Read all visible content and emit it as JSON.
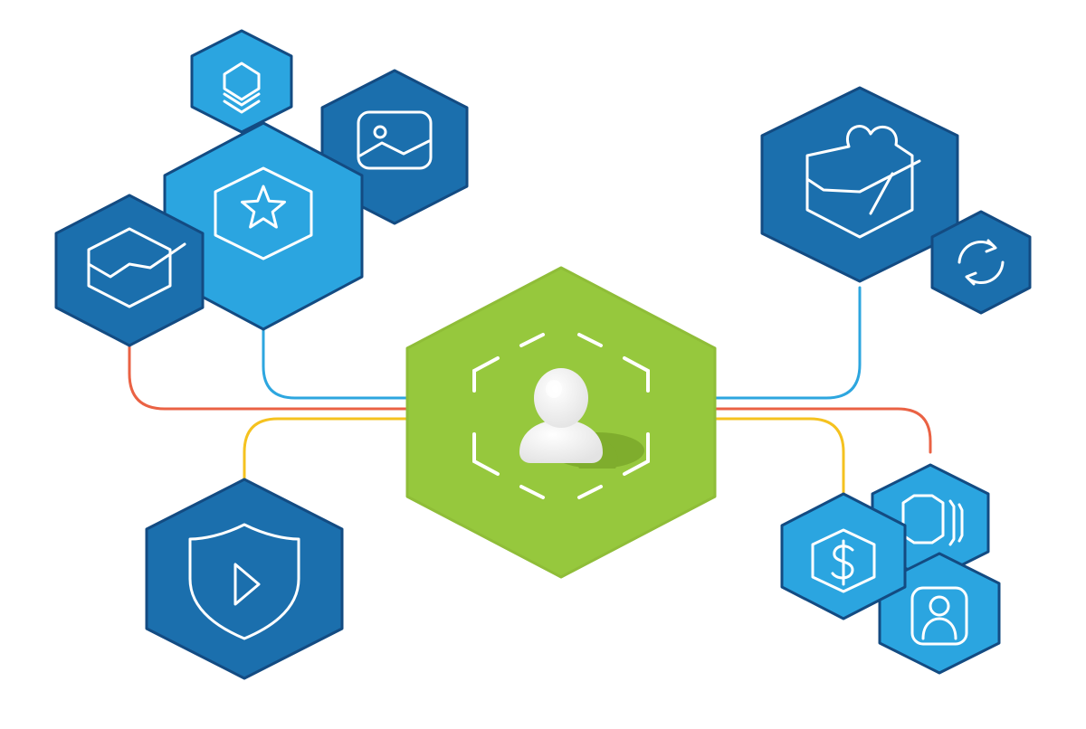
{
  "diagram": {
    "colors": {
      "background": "#ffffff",
      "hub_fill": "#96c83d",
      "hub_stroke": "#8fbd38",
      "node_dark_fill": "#1b6fad",
      "node_light_fill": "#2ba5e0",
      "node_outline": "#134b82",
      "line_blue": "#2da6df",
      "line_red": "#ea6244",
      "line_yellow": "#f5c21f"
    },
    "hub": {
      "icon": "user-profile-icon"
    },
    "nodes": [
      {
        "id": "stack",
        "icon": "layers-icon",
        "shade": "dark"
      },
      {
        "id": "image",
        "icon": "image-icon",
        "shade": "dark"
      },
      {
        "id": "star",
        "icon": "star-icon",
        "shade": "light"
      },
      {
        "id": "chart",
        "icon": "box-chart-icon",
        "shade": "dark"
      },
      {
        "id": "cloud",
        "icon": "cloud-box-icon",
        "shade": "dark"
      },
      {
        "id": "sync",
        "icon": "sync-icon",
        "shade": "dark"
      },
      {
        "id": "video",
        "icon": "shield-play-icon",
        "shade": "dark"
      },
      {
        "id": "dollar",
        "icon": "dollar-icon",
        "shade": "light"
      },
      {
        "id": "cards",
        "icon": "cards-icon",
        "shade": "light"
      },
      {
        "id": "user",
        "icon": "user-icon",
        "shade": "light"
      }
    ],
    "connectors": [
      {
        "from": "star",
        "to": "hub",
        "color": "blue"
      },
      {
        "from": "chart",
        "to": "hub",
        "color": "red"
      },
      {
        "from": "video",
        "to": "hub",
        "color": "yellow"
      },
      {
        "from": "cloud",
        "to": "hub",
        "color": "blue"
      },
      {
        "from": "cards",
        "to": "hub",
        "color": "red"
      },
      {
        "from": "dollar",
        "to": "hub",
        "color": "yellow"
      }
    ]
  }
}
